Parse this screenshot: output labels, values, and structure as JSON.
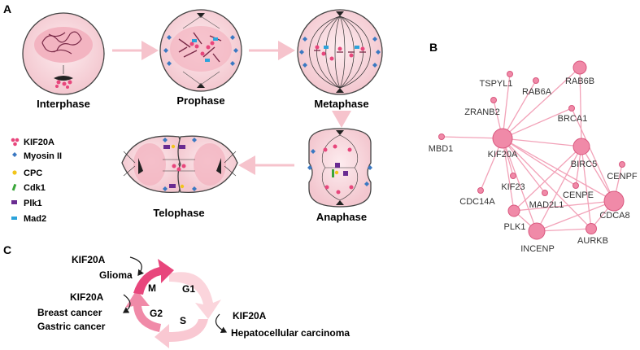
{
  "panels": {
    "a": "A",
    "b": "B",
    "c": "C"
  },
  "phases": {
    "interphase": "Interphase",
    "prophase": "Prophase",
    "metaphase": "Metaphase",
    "anaphase": "Anaphase",
    "telophase": "Telophase"
  },
  "legend": [
    {
      "label": "KIF20A",
      "color": "#e8467c",
      "icon": "kif20a-motor-icon"
    },
    {
      "label": "Myosin II",
      "color": "#3a78c2",
      "icon": "diamond-icon"
    },
    {
      "label": "CPC",
      "color": "#f2c51b",
      "icon": "dot-icon"
    },
    {
      "label": "Cdk1",
      "color": "#3aa63a",
      "icon": "bar-icon"
    },
    {
      "label": "Plk1",
      "color": "#6a2c91",
      "icon": "square-icon"
    },
    {
      "label": "Mad2",
      "color": "#2ba3db",
      "icon": "rect-icon"
    }
  ],
  "network": {
    "nodes": [
      {
        "id": "KIF20A",
        "label": "KIF20A"
      },
      {
        "id": "RAB6B",
        "label": "RAB6B"
      },
      {
        "id": "TSPYL1",
        "label": "TSPYL1"
      },
      {
        "id": "RAB6A",
        "label": "RAB6A"
      },
      {
        "id": "ZRANB2",
        "label": "ZRANB2"
      },
      {
        "id": "BRCA1",
        "label": "BRCA1"
      },
      {
        "id": "MBD1",
        "label": "MBD1"
      },
      {
        "id": "BIRC5",
        "label": "BIRC5"
      },
      {
        "id": "CENPF",
        "label": "CENPF"
      },
      {
        "id": "KIF23",
        "label": "KIF23"
      },
      {
        "id": "CENPE",
        "label": "CENPE"
      },
      {
        "id": "CDC14A",
        "label": "CDC14A"
      },
      {
        "id": "MAD2L1",
        "label": "MAD2L1"
      },
      {
        "id": "CDCA8",
        "label": "CDCA8"
      },
      {
        "id": "PLK1",
        "label": "PLK1"
      },
      {
        "id": "INCENP",
        "label": "INCENP"
      },
      {
        "id": "AURKB",
        "label": "AURKB"
      }
    ]
  },
  "cycle": {
    "phases": {
      "g1": "G1",
      "s": "S",
      "g2": "G2",
      "m": "M"
    },
    "gene": "KIF20A",
    "glioma": "Glioma",
    "breast": "Breast cancer",
    "gastric": "Gastric cancer",
    "hcc": "Hepatocellular carcinoma"
  },
  "colors": {
    "node": "#f08aa8",
    "node_stroke": "#d9587f",
    "edge": "#f2a2b8",
    "arrow": "#f6c3cc",
    "cell_fill": "#fbe3e6",
    "nucleus": "#f5b9c4",
    "dark": "#1a1a1a"
  }
}
